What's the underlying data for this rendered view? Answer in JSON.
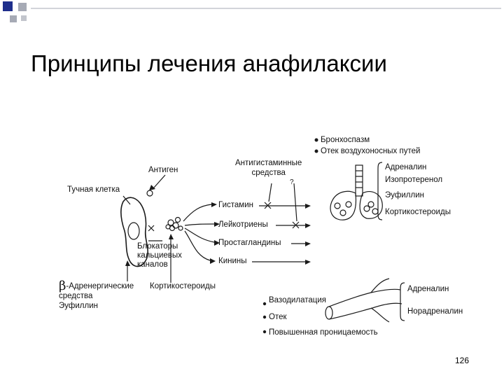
{
  "slide": {
    "title": "Принципы лечения анафилаксии",
    "page_number": "126"
  },
  "diagram": {
    "mast_cell": "Тучная клетка",
    "antigen": "Антиген",
    "antihistamines": "Антигистаминные\nсредства",
    "question_mark": "?",
    "mediators": [
      "Гистамин",
      "Лейкотриены",
      "Простагландины",
      "Кинины"
    ],
    "calcium_blockers": "Блокаторы\nкальциевых\nканалов",
    "beta_symbol": "β",
    "beta_drugs": "-Адренергические\nсредства\nЭуфиллин",
    "corticosteroids_left": "Кортикостероиды",
    "bronchial_effects": [
      "Бронхоспазм",
      "Отек воздухоносных путей"
    ],
    "bronchial_drugs": [
      "Адреналин",
      "Изопротеренол",
      "Эуфиллин",
      "Кортикостероиды"
    ],
    "vascular_effects": [
      "Вазодилатация",
      "Отек",
      "Повышенная проницаемость"
    ],
    "vascular_drugs": [
      "Адреналин",
      "Норадреналин"
    ]
  },
  "colors": {
    "decor_blue": "#1f2f8c",
    "decor_gray": "#a6aab5",
    "line": "#1a1a1a"
  }
}
